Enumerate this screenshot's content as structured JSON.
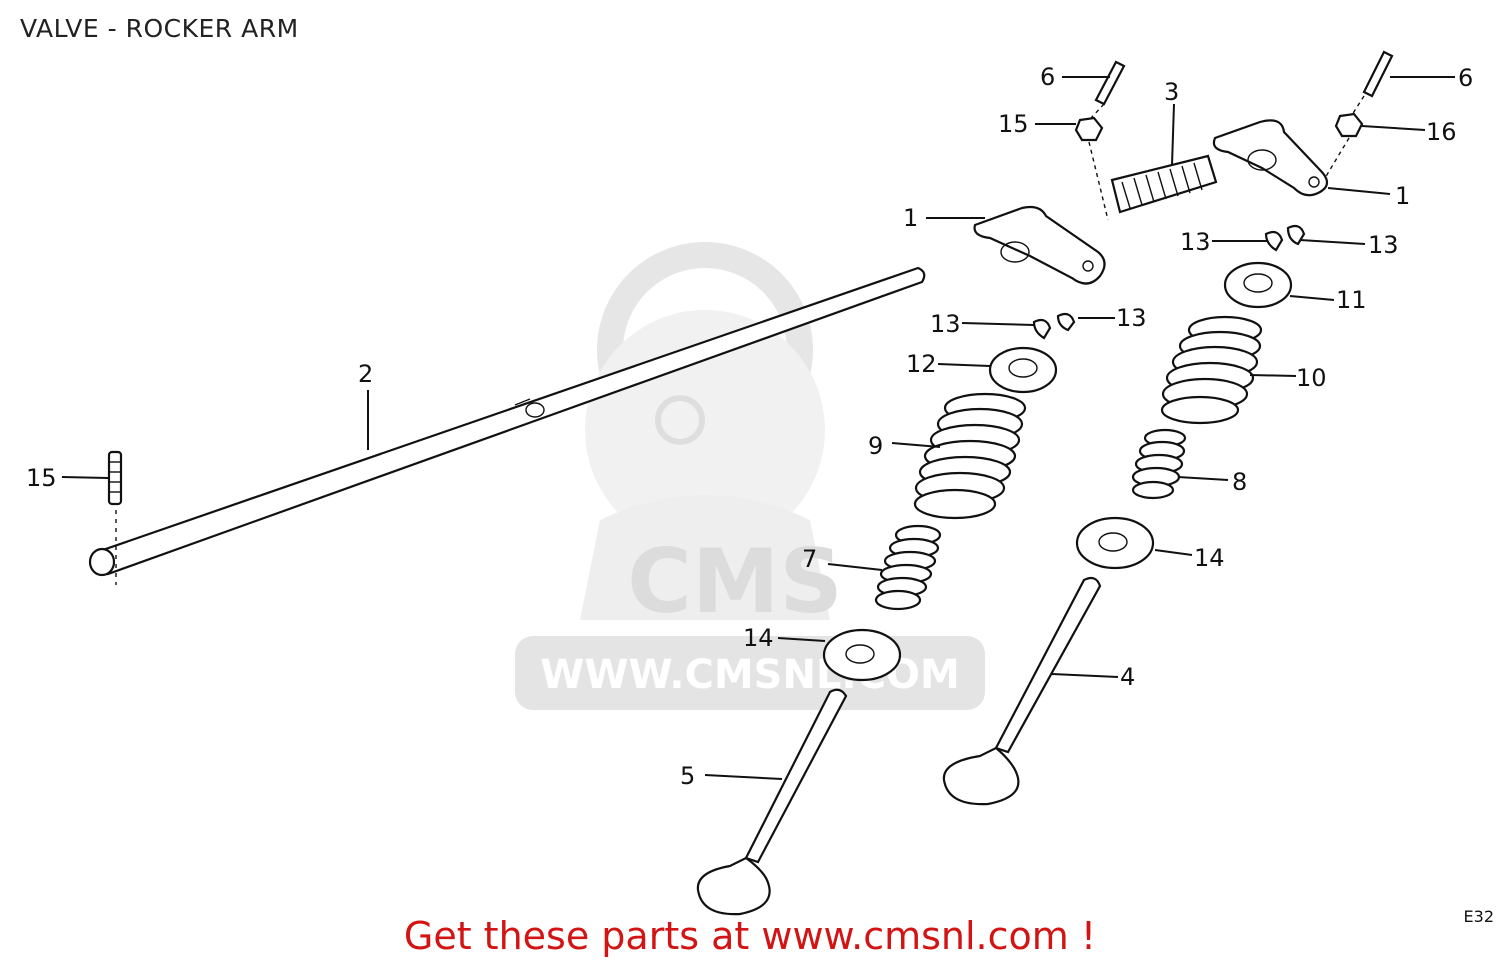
{
  "title": "VALVE - ROCKER ARM",
  "watermark": {
    "logo_text": "CMS",
    "url_text": "WWW.CMSNL.COM"
  },
  "callouts": [
    "1",
    "1",
    "2",
    "3",
    "4",
    "5",
    "6",
    "6",
    "7",
    "8",
    "9",
    "10",
    "11",
    "12",
    "13",
    "13",
    "13",
    "13",
    "14",
    "14",
    "15",
    "15",
    "16"
  ],
  "diagram_code": "E32",
  "promo_text": "Get these parts at www.cmsnl.com !"
}
